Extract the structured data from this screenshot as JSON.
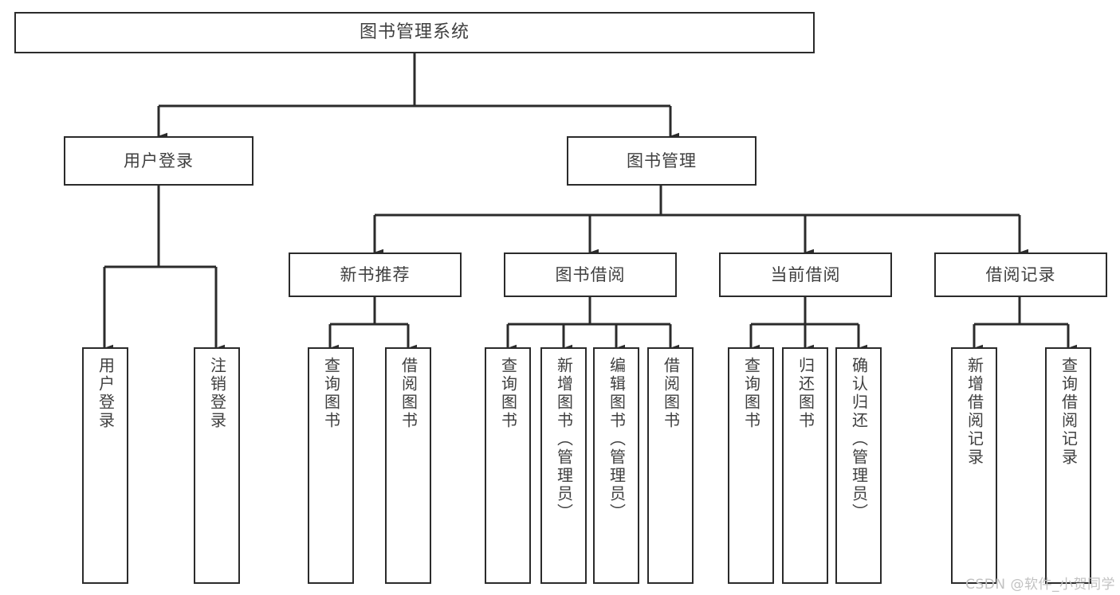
{
  "diagram": {
    "title": "图书管理系统",
    "type": "tree-hierarchy",
    "watermark": "CSDN @软件_小贺同学",
    "colors": {
      "box_border": "#2b2b2b",
      "box_fill": "#ffffff",
      "text": "#3f3f3f",
      "connector": "#2b2b2b",
      "watermark": "#c2c2c2"
    }
  },
  "root": {
    "label": "图书管理系统"
  },
  "level1": [
    {
      "label": "用户登录"
    },
    {
      "label": "图书管理"
    }
  ],
  "level2": [
    {
      "label": "新书推荐"
    },
    {
      "label": "图书借阅"
    },
    {
      "label": "当前借阅"
    },
    {
      "label": "借阅记录"
    }
  ],
  "leaves": {
    "user_login": [
      {
        "label": "用户登录"
      },
      {
        "label": "注销登录"
      }
    ],
    "new_book_recommend": [
      {
        "label": "查询图书"
      },
      {
        "label": "借阅图书"
      }
    ],
    "book_borrow": [
      {
        "label": "查询图书"
      },
      {
        "label": "新增图书（管理员）"
      },
      {
        "label": "编辑图书（管理员）"
      },
      {
        "label": "借阅图书"
      }
    ],
    "current_borrow": [
      {
        "label": "查询图书"
      },
      {
        "label": "归还图书"
      },
      {
        "label": "确认归还（管理员）"
      }
    ],
    "borrow_record": [
      {
        "label": "新增借阅记录"
      },
      {
        "label": "查询借阅记录"
      }
    ]
  }
}
